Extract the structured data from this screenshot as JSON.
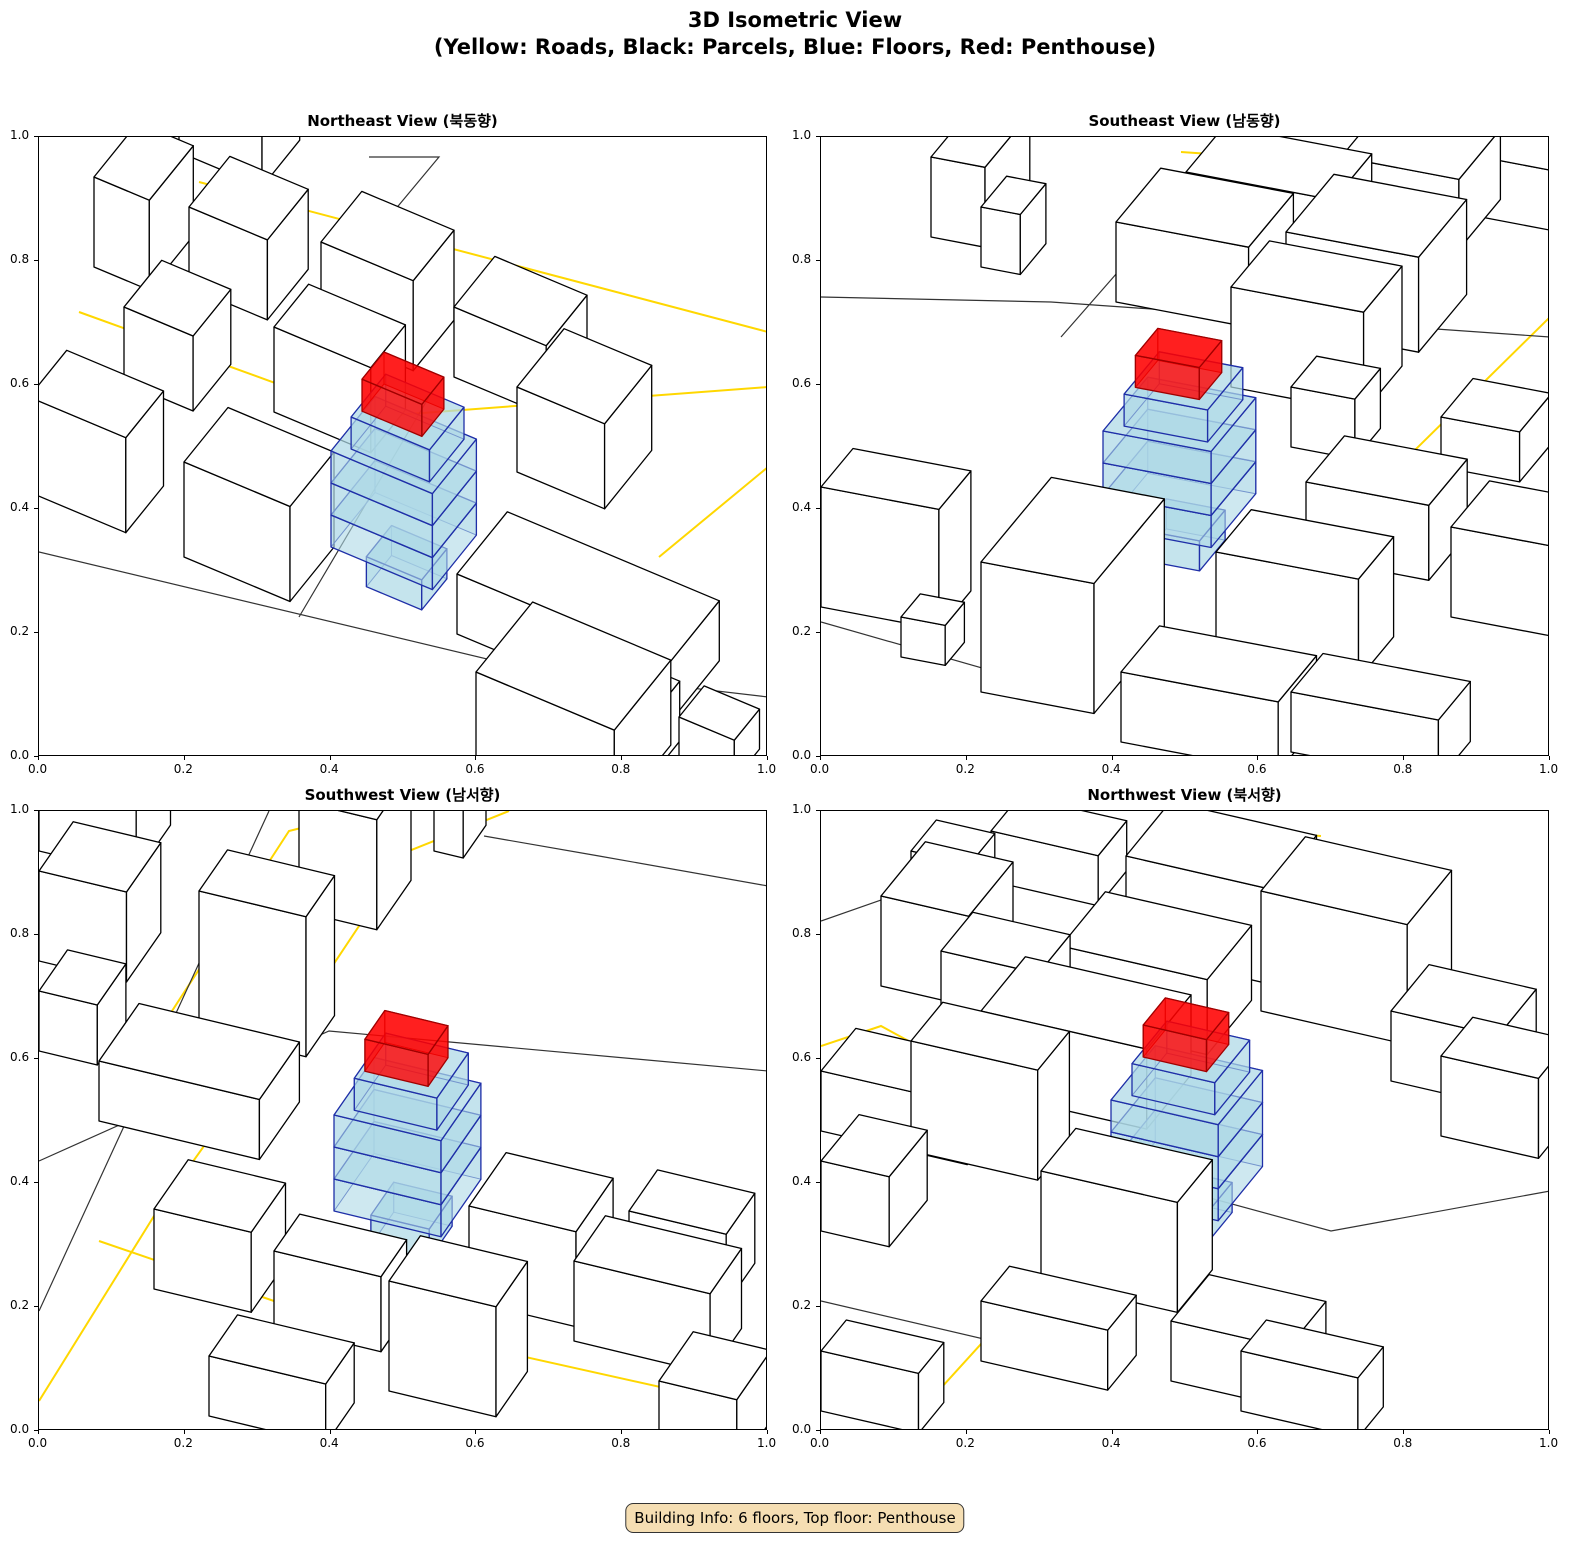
{
  "figure": {
    "title_line1": "3D Isometric View",
    "title_line2": "(Yellow: Roads, Black: Parcels, Blue: Floors, Red: Penthouse)",
    "info": "Building Info: 6 floors, Top floor: Penthouse"
  },
  "panels": [
    {
      "title": "Northeast View (북동향)"
    },
    {
      "title": "Southeast View (남동향)"
    },
    {
      "title": "Southwest View (남서향)"
    },
    {
      "title": "Northwest View (북서향)"
    }
  ],
  "ticks": [
    "0.0",
    "0.2",
    "0.4",
    "0.6",
    "0.8",
    "1.0"
  ],
  "building": {
    "floors": 6,
    "top_floor": "Penthouse"
  },
  "colors": {
    "road": "#ffd700",
    "parcel": "#000000",
    "floor_fill": "#add8e6",
    "floor_edge": "#1f2fa8",
    "penthouse_fill": "#ff0000",
    "penthouse_edge": "#a00000",
    "info_bg": "#f5deb3"
  }
}
